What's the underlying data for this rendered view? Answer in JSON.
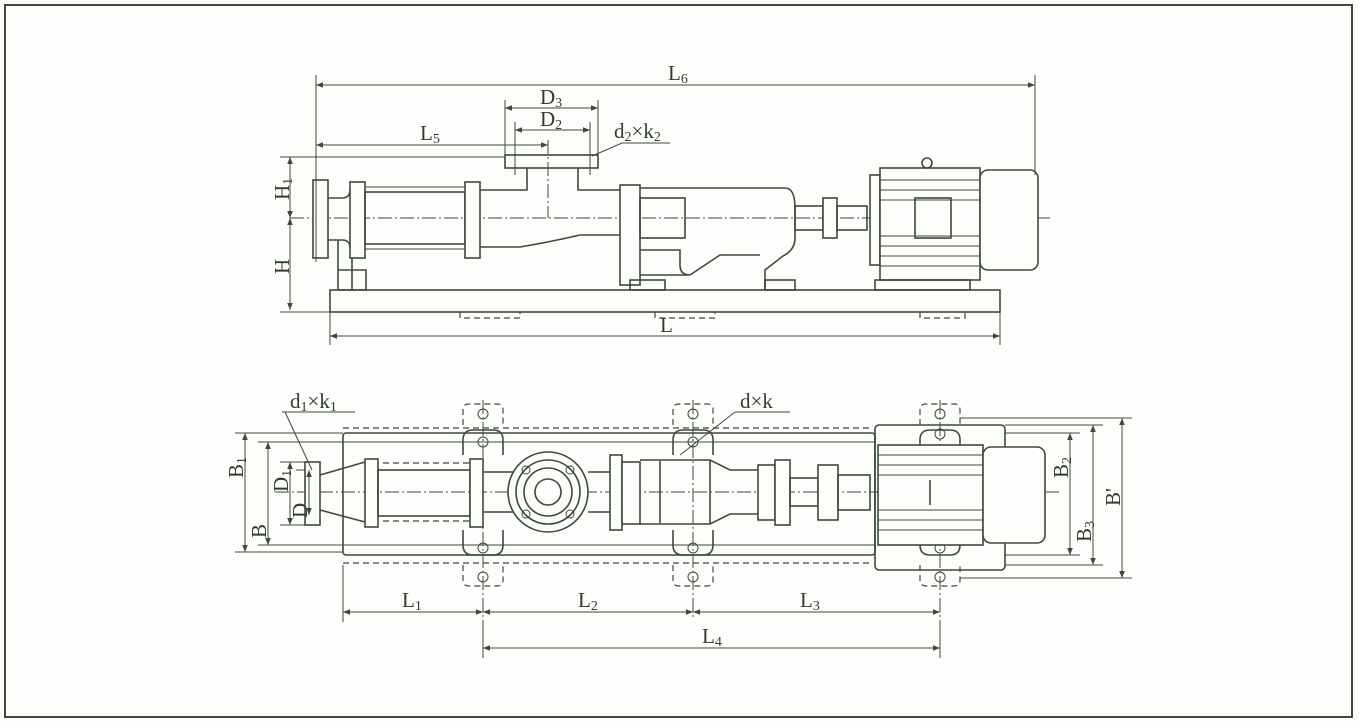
{
  "title": "Screw pump installation dimension drawing",
  "colors": {
    "line": "#3b4a3c",
    "background": "#fdfdfb"
  },
  "side_view_labels": {
    "L6": {
      "base": "L",
      "sub": "6"
    },
    "D3": {
      "base": "D",
      "sub": "3"
    },
    "D2": {
      "base": "D",
      "sub": "2"
    },
    "d2k2": {
      "a": "d",
      "asub": "2",
      "x": "×",
      "b": "k",
      "bsub": "2"
    },
    "L5": {
      "base": "L",
      "sub": "5"
    },
    "H1": {
      "base": "H",
      "sub": "1"
    },
    "H": {
      "base": "H",
      "sub": ""
    },
    "L": {
      "base": "L",
      "sub": ""
    }
  },
  "plan_view_labels": {
    "d1k1": {
      "a": "d",
      "asub": "1",
      "x": "×",
      "b": "k",
      "bsub": "1"
    },
    "dk": {
      "a": "d",
      "x": "×",
      "b": "k"
    },
    "B1": {
      "base": "B",
      "sub": "1"
    },
    "B": {
      "base": "B",
      "sub": ""
    },
    "D1": {
      "base": "D",
      "sub": "1"
    },
    "D": {
      "base": "D",
      "sub": ""
    },
    "B2": {
      "base": "B",
      "sub": "2"
    },
    "B3": {
      "base": "B",
      "sub": "3"
    },
    "Bp": {
      "base": "B'",
      "sub": ""
    },
    "L1": {
      "base": "L",
      "sub": "1"
    },
    "L2": {
      "base": "L",
      "sub": "2"
    },
    "L3": {
      "base": "L",
      "sub": "3"
    },
    "L4": {
      "base": "L",
      "sub": "4"
    }
  }
}
